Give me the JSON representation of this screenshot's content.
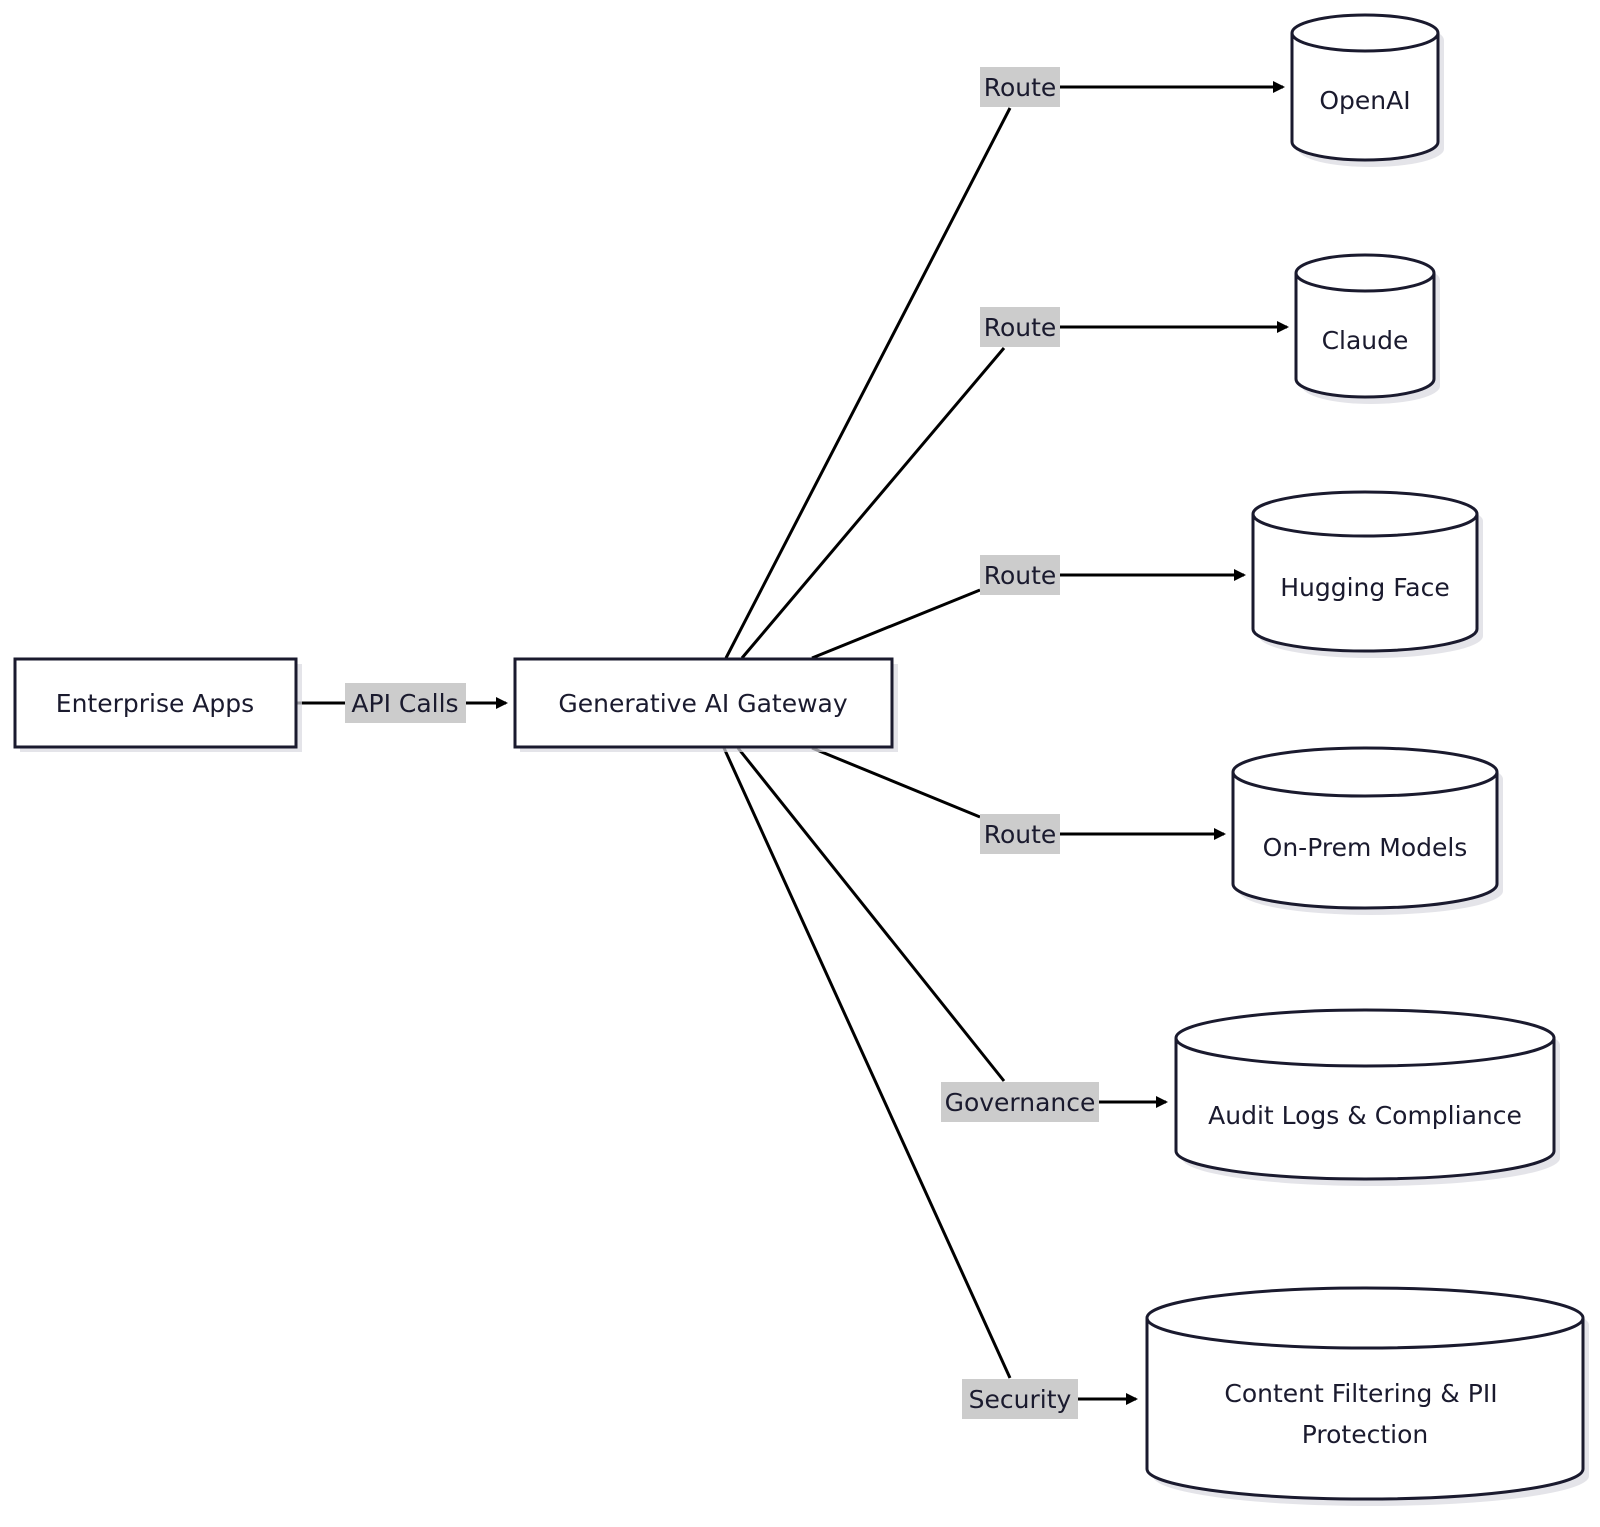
{
  "nodes": {
    "enterprise_apps": "Enterprise Apps",
    "gateway": "Generative AI Gateway",
    "openai": "OpenAI",
    "claude": "Claude",
    "hugging_face": "Hugging Face",
    "on_prem": "On-Prem Models",
    "audit": "Audit Logs & Compliance",
    "content_line1": "Content Filtering & PII",
    "content_line2": "Protection"
  },
  "edges": {
    "api_calls": "API Calls",
    "route_openai": "Route",
    "route_claude": "Route",
    "route_hugging_face": "Route",
    "route_on_prem": "Route",
    "governance": "Governance",
    "security": "Security"
  },
  "colors": {
    "stroke": "#1a1a2e",
    "edge_label_background": "#cccccc",
    "background": "#ffffff"
  }
}
